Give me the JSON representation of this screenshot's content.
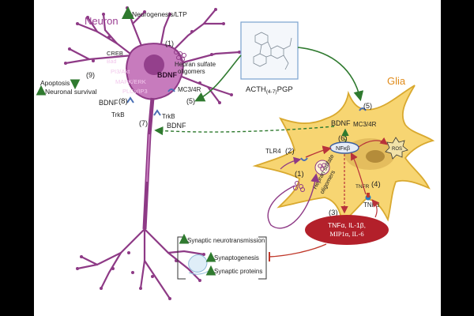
{
  "colors": {
    "neuron_fill": "#c77bbd",
    "neuron_stroke": "#8e3a86",
    "neuron_title": "#9b3f93",
    "glia_fill": "#f7d572",
    "glia_stroke": "#d9a92f",
    "glia_title": "#e08b1a",
    "nucleus": "#c9a95a",
    "cytokine_fill": "#b3202a",
    "up_arrow": "#2e9e3f",
    "down_arrow": "#2e9e3f",
    "inhibit": "#c0392b",
    "green_flow": "#2f7a2f",
    "red_flow": "#b8323a"
  },
  "titles": {
    "neuron": "Neuron",
    "glia": "Glia"
  },
  "neuron": {
    "neurogenesis": "Neurogenesis/LTP",
    "step1": "(1)",
    "heparan": "Hepran sulfate",
    "oligomers": "oligomers",
    "creb": "CREB",
    "bad": "Bad",
    "pi3": "PI3/Akt",
    "bdnf_soma": "BDNF",
    "mapk": "MAPK/ERK",
    "plcy": "PLCγ/IP3",
    "step9": "(9)",
    "apoptosis": "Apoptosis",
    "survival": "Neuronal survival",
    "bdnf_left": "BDNF",
    "step8": "(8)",
    "trkb_left": "TrkB",
    "mc34r": "MC3/4R",
    "step5": "(5)",
    "trkb_right": "TrkB",
    "step7": "(7)",
    "bdnf_right": "BDNF"
  },
  "drug": {
    "name_main": "ACTH",
    "name_sub": "(4-7)",
    "name_tail": "PGP"
  },
  "glia": {
    "step5": "(5)",
    "mc34r": "MC3/4R",
    "bdnf": "BDNF",
    "step6": "(6)",
    "tlr4": "TLR4",
    "step2": "(2)",
    "nfkb": "NFκβ",
    "ros": "ROS",
    "step1": "(1)",
    "heparan_a": "Hepran sulfate",
    "heparan_b": "oligomers",
    "tnfr": "TNFR",
    "step4": "(4)",
    "step3": "(3)",
    "tnfa": "TNFα",
    "cytokines_line1": "TNFα, IL-1β,",
    "cytokines_line2": "MIP1α, IL-6"
  },
  "synapse": {
    "item1": "Synaptic neurotransmission",
    "item2": "Synaptogenesis",
    "item3": "Synaptic proteins"
  }
}
